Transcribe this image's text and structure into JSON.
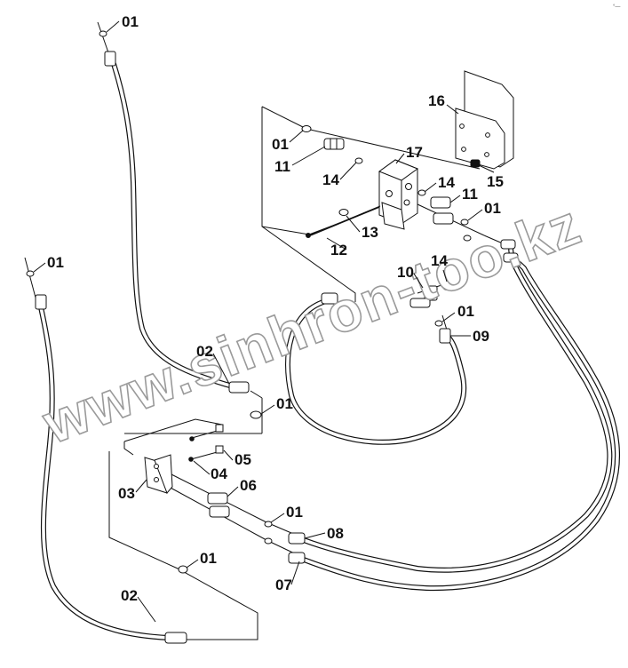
{
  "diagram": {
    "part_labels": {
      "p01_top": "01",
      "p01_left": "01",
      "p01_valve_left": "01",
      "p01_valve_right": "01",
      "p01_tee": "01",
      "p01_mid": "01",
      "p01_lower_mid": "01",
      "p01_bottom": "01",
      "p02_upper": "02",
      "p02_lower": "02",
      "p03": "03",
      "p04": "04",
      "p05": "05",
      "p06": "06",
      "p07": "07",
      "p08": "08",
      "p09": "09",
      "p10": "10",
      "p11_left": "11",
      "p11_right": "11",
      "p12": "12",
      "p13": "13",
      "p14_left": "14",
      "p14_right": "14",
      "p14_tee": "14",
      "p15": "15",
      "p16": "16",
      "p17": "17"
    },
    "watermark": "www.sinhron-too.kz",
    "corner_mark": "°—"
  }
}
